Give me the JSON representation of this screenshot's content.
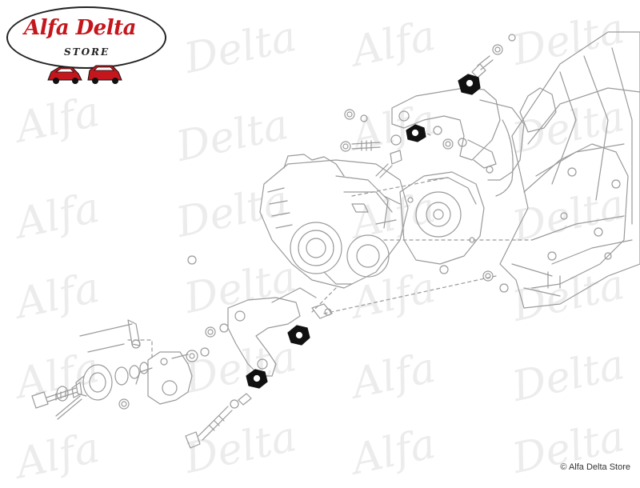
{
  "brand": {
    "name": "Alfa Delta",
    "store": "STORE",
    "watermark_a": "Alfa",
    "watermark_b": "Delta"
  },
  "copyright": "© Alfa Delta Store",
  "colors": {
    "brand_red": "#c4161c",
    "line": "#9a9a9a",
    "highlight": "#111111",
    "watermark": "#ececec"
  },
  "diagram": {
    "highlighted_parts": [
      "engine-mount-rubber",
      "gearbox-mount-rubber"
    ]
  }
}
